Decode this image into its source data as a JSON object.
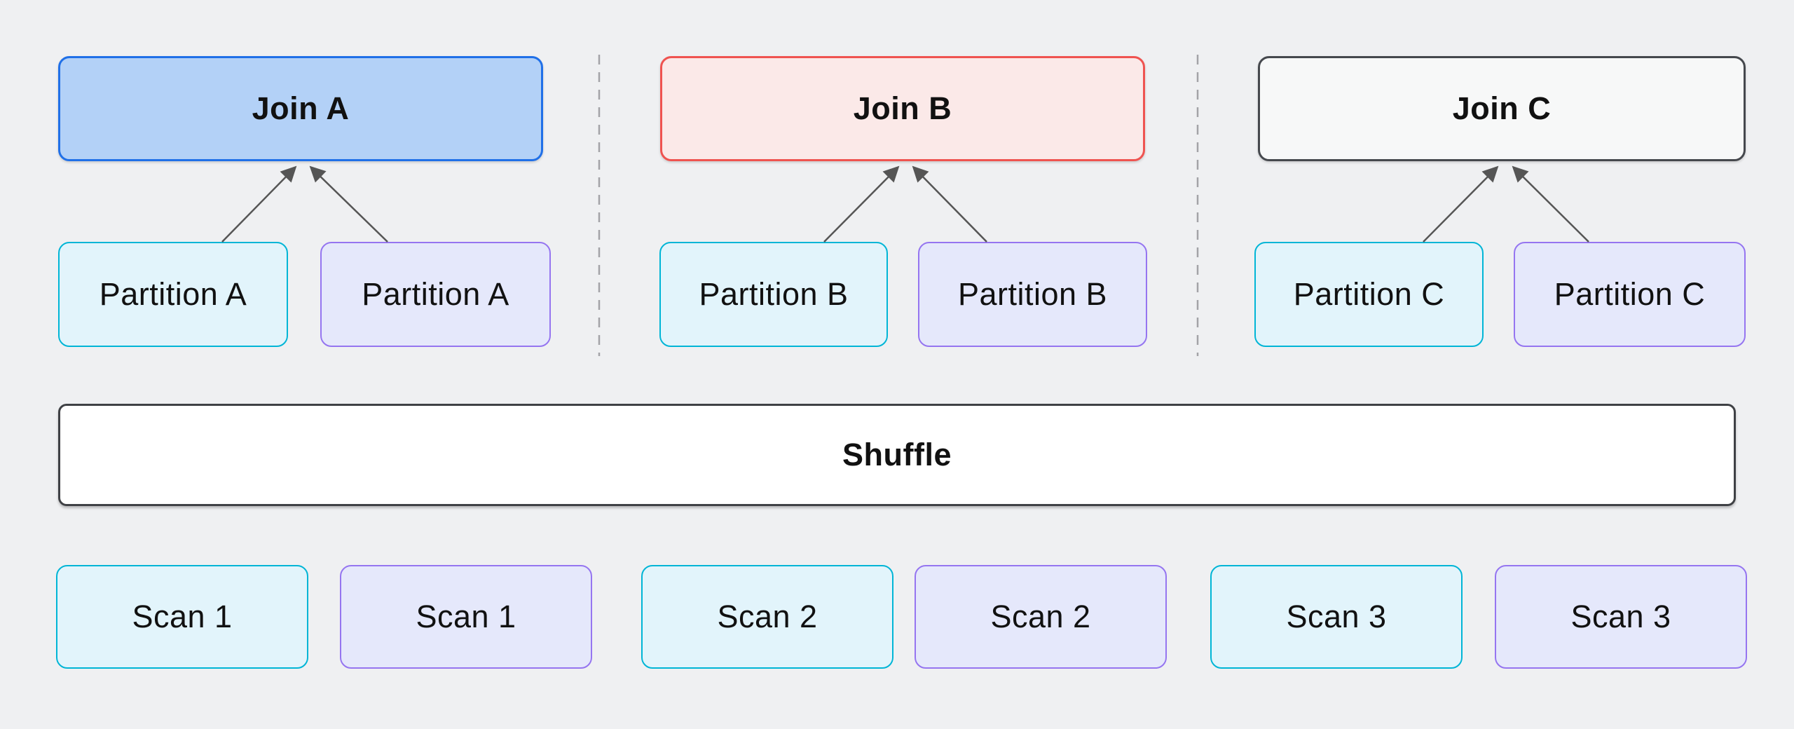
{
  "diagram": {
    "columns": [
      {
        "join_label": "Join A",
        "partitions": [
          "Partition A",
          "Partition A"
        ]
      },
      {
        "join_label": "Join B",
        "partitions": [
          "Partition B",
          "Partition B"
        ]
      },
      {
        "join_label": "Join C",
        "partitions": [
          "Partition C",
          "Partition C"
        ]
      }
    ],
    "shuffle_label": "Shuffle",
    "scans": [
      "Scan 1",
      "Scan 1",
      "Scan 2",
      "Scan 2",
      "Scan 3",
      "Scan 3"
    ],
    "colors": {
      "background": "#eff0f2",
      "join_a_fill": "#b3d1f7",
      "join_a_border": "#2070e8",
      "join_b_fill": "#fbe9e8",
      "join_b_border": "#ef5350",
      "join_c_fill": "#f7f8f8",
      "join_c_border": "#45484d",
      "partition_cyan_fill": "#e2f4fb",
      "partition_cyan_border": "#00b5d6",
      "partition_purple_fill": "#e5e8fb",
      "partition_purple_border": "#9575f0",
      "shuffle_fill": "#ffffff",
      "shuffle_border": "#3f4145",
      "arrow": "#555555",
      "separator": "#a3a3a7",
      "text": "#111111"
    }
  }
}
